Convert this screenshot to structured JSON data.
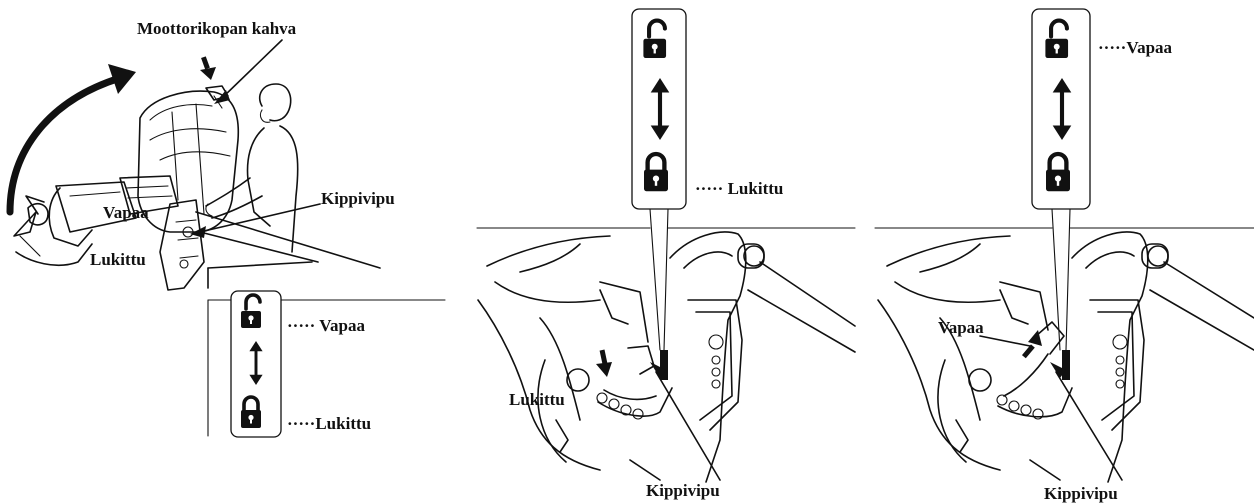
{
  "labels": {
    "engine_cover_handle": "Moottorikopan kahva",
    "tilt_lever": "Kippivipu",
    "free": "Vapaa",
    "locked": "Lukittu"
  },
  "indicator_leaders": {
    "free": "·····Vapaa",
    "locked": "····· Lukittu",
    "free_spaced": "····· Vapaa",
    "locked_spaced": "·····Lukittu"
  },
  "panel_center": {
    "callout_locked": "····· Lukittu",
    "lever_position_label": "Lukittu",
    "lever_name": "Kippivipu"
  },
  "panel_right": {
    "callout_free": "·····Vapaa",
    "lever_position_label": "Vapaa",
    "lever_name": "Kippivipu"
  },
  "panel_left": {
    "handle_label": "Moottorikopan kahva",
    "lever_name": "Kippivipu",
    "position_free": "Vapaa",
    "position_locked": "Lukittu",
    "legend_free": "····· Vapaa",
    "legend_locked": "·····Lukittu"
  },
  "icons": [
    "unlocked-padlock-icon",
    "double-arrow-icon",
    "locked-padlock-icon",
    "curved-arrow-icon"
  ],
  "colors": {
    "ink": "#111111",
    "paper": "#ffffff"
  }
}
